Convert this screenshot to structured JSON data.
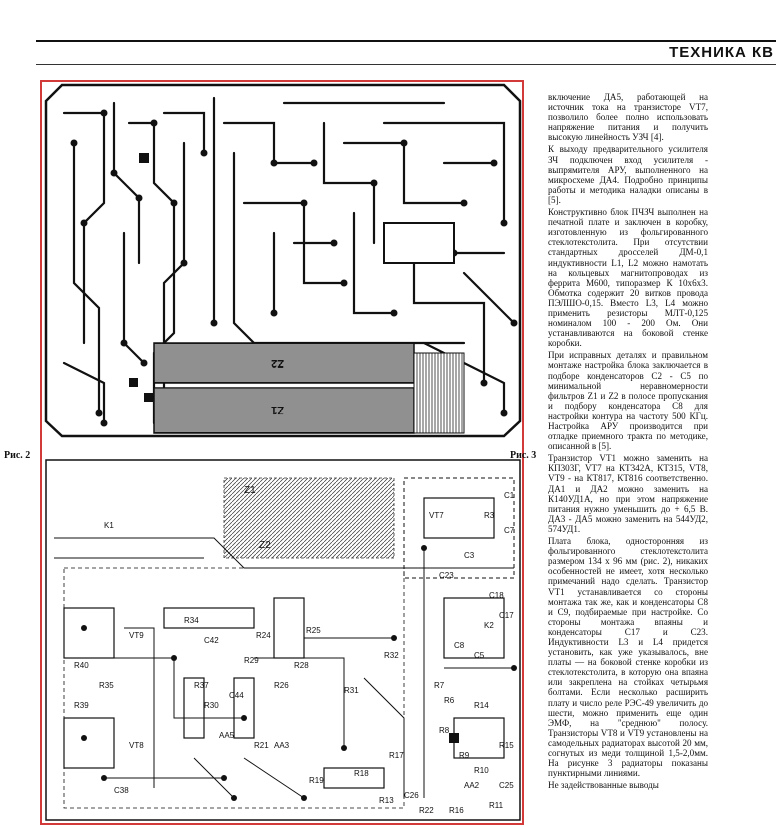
{
  "header": {
    "title": "ТЕХНИКА КВ"
  },
  "figures": {
    "fig2_label": "Рис. 2",
    "fig3_label": "Рис. 3",
    "top_board": {
      "markings": [
        "Z2",
        "Z1"
      ]
    },
    "bottom_board": {
      "markings": [
        "Z1",
        "Z2",
        "K1",
        "VT9",
        "VT8",
        "R34",
        "R35",
        "R37",
        "R39",
        "R40",
        "C42",
        "C44",
        "C38",
        "R21",
        "R24",
        "R25",
        "R26",
        "R28",
        "R29",
        "R30",
        "R31",
        "R32",
        "AA5",
        "AA3",
        "R19",
        "R18",
        "R17",
        "R15",
        "R14",
        "R13",
        "C25",
        "K2",
        "R7",
        "R6",
        "R9",
        "R10",
        "C18",
        "C17",
        "C7",
        "VT7",
        "AA2",
        "C26",
        "C23",
        "R11",
        "R16",
        "R22",
        "C3",
        "R8",
        "R3",
        "C8",
        "C5",
        "C1"
      ]
    }
  },
  "article": {
    "paragraphs": [
      "включение ДА5, работающей на источник тока на транзисторе VT7, позволило более полно использовать напряжение питания и получить высокую линейность УЗЧ [4].",
      "К выходу предварительного усилителя ЗЧ подключен вход усилителя - выпрямителя АРУ, выполненного на микросхеме ДА4. Подробно принципы работы и методика наладки описаны в [5].",
      "Конструктивно блок ПЧЗЧ выполнен на печатной плате и заключен в коробку, изготовленную из фольгированного стеклотекстолита. При отсутствии стандартных дросселей ДМ-0,1 индуктивности L1, L2 можно намотать на кольцевых магнитопроводах из феррита М600, типоразмер К 10х6х3. Обмотка содержит 20 витков провода ПЭЛШО-0,15. Вместо L3, L4 можно применить резисторы МЛТ-0,125 номиналом 100 - 200 Ом. Они устанавливаются на боковой стенке коробки.",
      "При исправных деталях и правильном монтаже настройка блока заключается в подборе конденсаторов С2 - С5 по минимальной неравномерности фильтров Z1 и Z2 в полосе пропускания и подбору конденсатора С8 для настройки контура на частоту 500 КГц. Настройка АРУ производится при отладке приемного тракта по методике, описанной в [5].",
      "Транзистор VT1 можно заменить на КП303Г, VT7 на КТ342А, КТ315, VT8, VT9 - на КТ817, КТ816 соответственно. ДА1 и ДА2 можно заменить на К140УД1А, но при этом напряжение питания нужно уменьшить до + 6,5 В. ДА3 - ДА5 можно заменить на 544УД2, 574УД1.",
      "Плата блока, односторонняя из фольгированного стеклотекстолита размером 134 х 96 мм (рис. 2), никаких особенностей не имеет, хотя несколько примечаний надо сделать. Транзистор VT1 устанавливается со стороны монтажа так же, как и конденсаторы С8 и С9, подбираемые при настройке. Со стороны монтажа впаяны и конденсаторы С17 и С23. Индуктивности L3 и L4 придется установить, как уже указывалось, вне платы — на боковой стенке коробки из стеклотекстолита, в которую она впаяна или закреплена на стойках четырьмя болтами. Если несколько расширить плату и число реле РЭС-49 увеличить до шести, можно применить еще один ЭМФ, на \"среднюю\" полосу. Транзисторы VT8 и VT9 установлены на самодельных радиаторах высотой 20 мм, согнутых из меди толщиной 1,5-2,0мм. На рисунке 3 радиаторы показаны пунктирными линиями.",
      "Не задействованные выводы"
    ]
  }
}
